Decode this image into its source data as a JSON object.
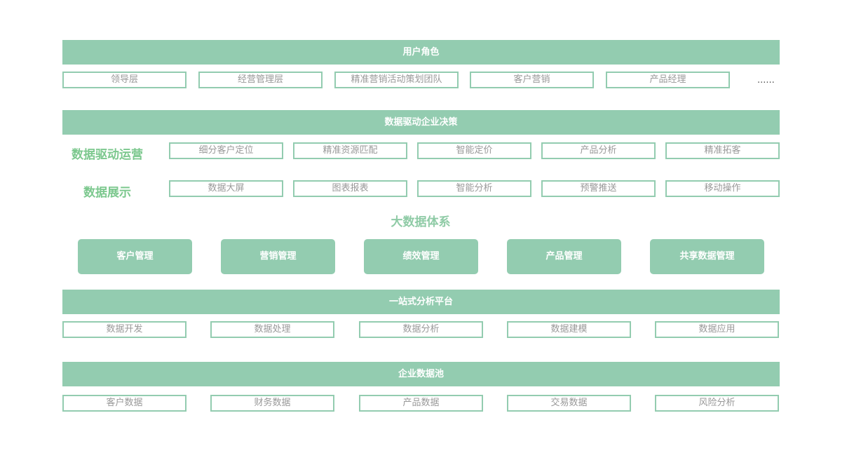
{
  "colors": {
    "accent": "#93ccb0",
    "label_green": "#7cc88e",
    "title_green": "#8fcba6",
    "box_text": "#999999"
  },
  "user_roles": {
    "title": "用户角色",
    "items": [
      "领导层",
      "经营管理层",
      "精准营销活动策划团队",
      "客户营销",
      "产品经理"
    ],
    "more": "......"
  },
  "decision": {
    "title": "数据驱动企业决策",
    "rows": [
      {
        "label": "数据驱动运营",
        "items": [
          "细分客户定位",
          "精准资源匹配",
          "智能定价",
          "产品分析",
          "精准拓客"
        ]
      },
      {
        "label": "数据展示",
        "items": [
          "数据大屏",
          "图表报表",
          "智能分析",
          "预警推送",
          "移动操作"
        ]
      }
    ]
  },
  "big_data": {
    "title": "大数据体系",
    "modules": [
      "客户管理",
      "营销管理",
      "绩效管理",
      "产品管理",
      "共享数据管理"
    ]
  },
  "platform": {
    "title": "一站式分析平台",
    "items": [
      "数据开发",
      "数据处理",
      "数据分析",
      "数据建模",
      "数据应用"
    ]
  },
  "data_pool": {
    "title": "企业数据池",
    "items": [
      "客户数据",
      "财务数据",
      "产品数据",
      "交易数据",
      "风险分析"
    ]
  }
}
